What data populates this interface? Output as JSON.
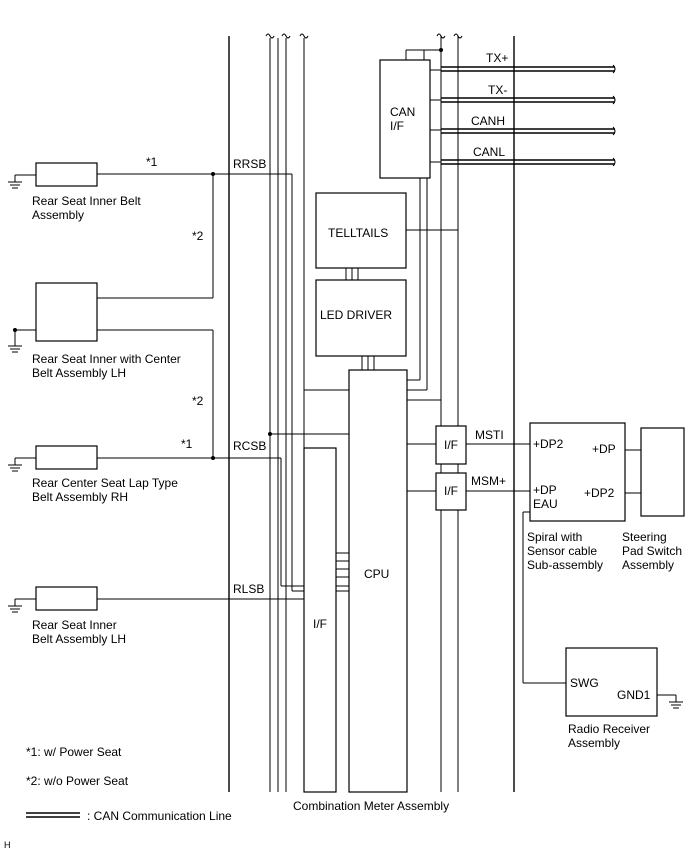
{
  "components": {
    "rear_seat_inner_belt": [
      "Rear Seat Inner Belt",
      "Assembly"
    ],
    "rear_seat_center_belt_lh": [
      "Rear Seat Inner with Center",
      "Belt Assembly LH"
    ],
    "rear_center_seat_lap_rh": [
      "Rear Center Seat Lap Type",
      "Belt Assembly RH"
    ],
    "rear_seat_inner_belt_lh": [
      "Rear Seat Inner",
      "Belt Assembly LH"
    ],
    "spiral_cable": [
      "Spiral with",
      "Sensor cable",
      "Sub-assembly"
    ],
    "steering_pad_switch": [
      "Steering",
      "Pad Switch",
      "Assembly"
    ],
    "radio_receiver": [
      "Radio Receiver",
      "Assembly"
    ],
    "combination_meter": "Combination Meter Assembly"
  },
  "blocks": {
    "can_if": [
      "CAN",
      "I/F"
    ],
    "telltails": "TELLTAILS",
    "led_driver": "LED DRIVER",
    "cpu": "CPU",
    "if_left": "I/F",
    "if_msti": "I/F",
    "if_msm": "I/F"
  },
  "signals": {
    "rrsb": "RRSB",
    "rcsb": "RCSB",
    "rlsb": "RLSB",
    "msti": "MSTI",
    "msm": "MSM+",
    "tx_plus": "TX+",
    "tx_minus": "TX-",
    "canh": "CANH",
    "canl": "CANL"
  },
  "pins": {
    "dp2_in": "+DP2",
    "dp_out": "+DP",
    "dp_in": "+DP",
    "eau": "EAU",
    "dp2_out": "+DP2",
    "swg": "SWG",
    "gnd1": "GND1"
  },
  "markers": {
    "m1_top": "*1",
    "m2_top": "*2",
    "m2_mid": "*2",
    "m1_mid": "*1"
  },
  "notes": {
    "note1": "*1: w/ Power Seat",
    "note2": "*2: w/o Power Seat",
    "legend": ": CAN Communication Line",
    "corner": "H"
  }
}
